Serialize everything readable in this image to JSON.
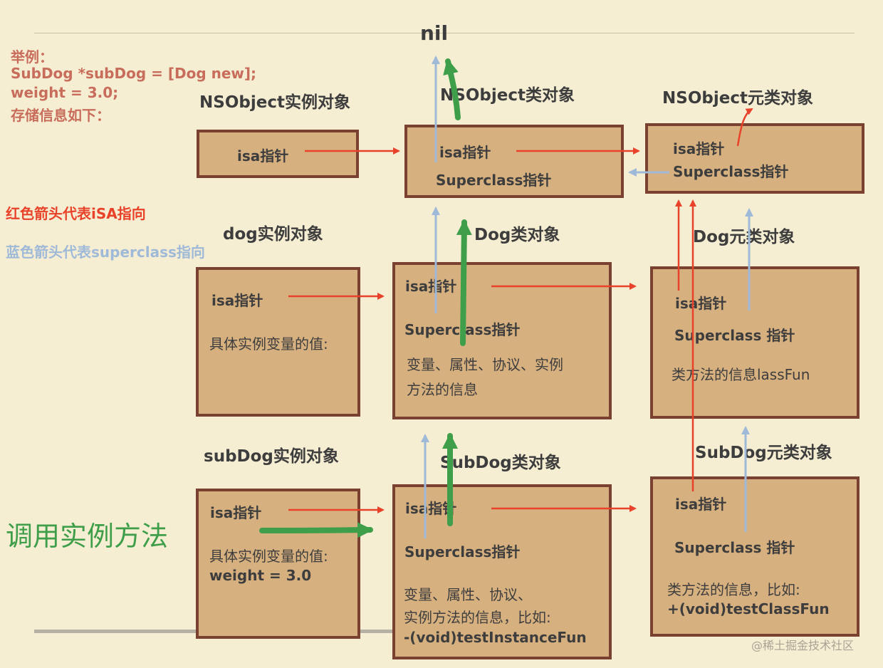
{
  "nil_label": "nil",
  "note": {
    "line1": "举例：",
    "line2": "SubDog *subDog = [Dog new];",
    "line3": "weight = 3.0;",
    "line4": "存储信息如下："
  },
  "legend": {
    "red": "红色箭头代表iSA指向",
    "blue": "蓝色箭头代表superclass指向"
  },
  "call_label": "调用实例方法",
  "nsobject": {
    "instance_title": "NSObject实例对象",
    "class_title": "NSObject类对象",
    "meta_title": "NSObject元类对象",
    "instance_isa": "isa指针",
    "class_isa": "isa指针",
    "class_super": "Superclass指针",
    "meta_isa": "isa指针",
    "meta_super": "Superclass指针"
  },
  "dog": {
    "instance_title": "dog实例对象",
    "class_title": "Dog类对象",
    "meta_title": "Dog元类对象",
    "instance_isa": "isa指针",
    "instance_ivars": "具体实例变量的值:",
    "class_isa": "isa指针",
    "class_super": "Superclass指针",
    "class_info1": "变量、属性、协议、实例",
    "class_info2": "方法的信息",
    "meta_isa": "isa指针",
    "meta_super": "Superclass 指针",
    "meta_info": "类方法的信息lassFun"
  },
  "subdog": {
    "instance_title": "subDog实例对象",
    "class_title": "SubDog类对象",
    "meta_title": "SubDog元类对象",
    "instance_isa": "isa指针",
    "instance_ivars": "具体实例变量的值:",
    "instance_weight": "weight = 3.0",
    "class_isa": "isa指针",
    "class_super": "Superclass指针",
    "class_info1": "变量、属性、协议、",
    "class_info2": "实例方法的信息，比如:",
    "class_method": "-(void)testInstanceFun",
    "meta_isa": "isa指针",
    "meta_super": "Superclass 指针",
    "meta_info": "类方法的信息，比如:",
    "meta_method": "+(void)testClassFun"
  },
  "watermark": "@稀土掘金技术社区",
  "colors": {
    "isa_arrow": "#e8432a",
    "superclass_arrow": "#9fb9d8",
    "call_arrow": "#3f9e4a",
    "box_fill": "#d7b07f",
    "box_border": "#7a4130",
    "background": "#f6eed3"
  }
}
